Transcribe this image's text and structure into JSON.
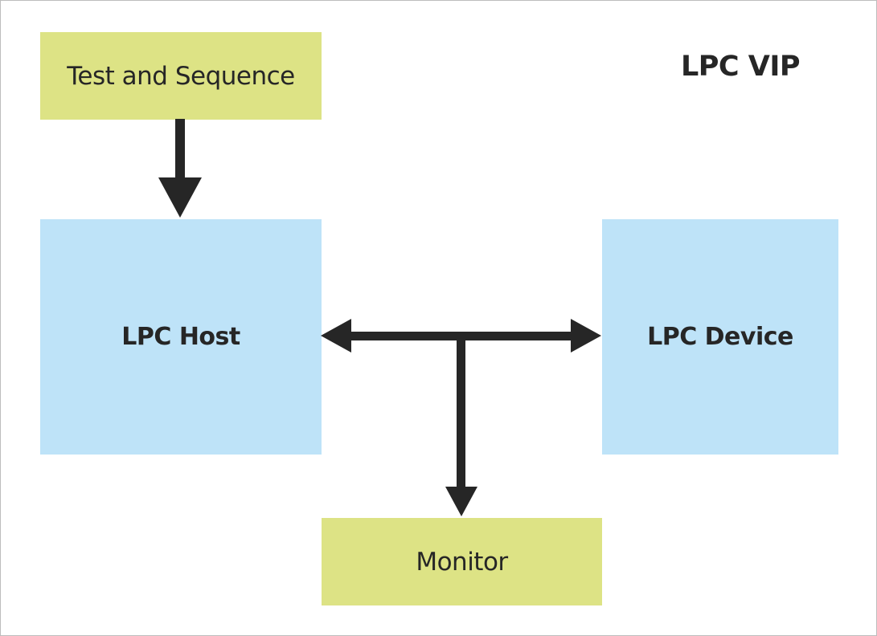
{
  "diagram": {
    "title": "LPC VIP",
    "nodes": {
      "test_sequence": "Test and Sequence",
      "host": "LPC Host",
      "device": "LPC Device",
      "monitor": "Monitor"
    },
    "edges": [
      {
        "from": "Test and Sequence",
        "to": "LPC Host",
        "direction": "one-way"
      },
      {
        "from": "LPC Host",
        "to": "LPC Device",
        "direction": "two-way"
      },
      {
        "from": "LPC Host - LPC Device bus",
        "to": "Monitor",
        "direction": "one-way"
      }
    ],
    "colors": {
      "stimulus_box": "#dde385",
      "component_box": "#bee3f8",
      "arrow": "#262626",
      "text": "#262626",
      "border": "#bdbdbd"
    }
  }
}
